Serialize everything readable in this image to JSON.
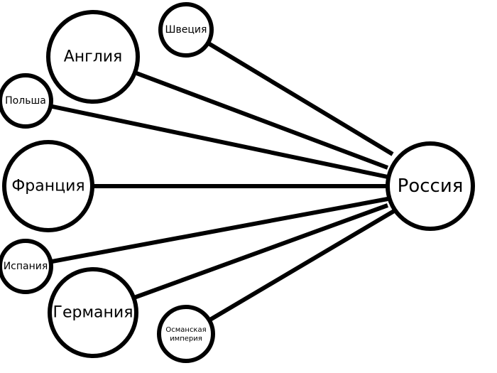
{
  "diagram": {
    "center": {
      "id": "russia",
      "label": "Россия"
    },
    "nodes": [
      {
        "id": "sweden",
        "label": "Швеция"
      },
      {
        "id": "england",
        "label": "Англия"
      },
      {
        "id": "poland",
        "label": "Польша"
      },
      {
        "id": "france",
        "label": "Франция"
      },
      {
        "id": "spain",
        "label": "Испания"
      },
      {
        "id": "germany",
        "label": "Германия"
      },
      {
        "id": "ottoman",
        "label_lines": [
          "Османская",
          "империя"
        ]
      }
    ],
    "colors": {
      "stroke": "#000000",
      "fill": "#ffffff",
      "text": "#000000"
    }
  }
}
